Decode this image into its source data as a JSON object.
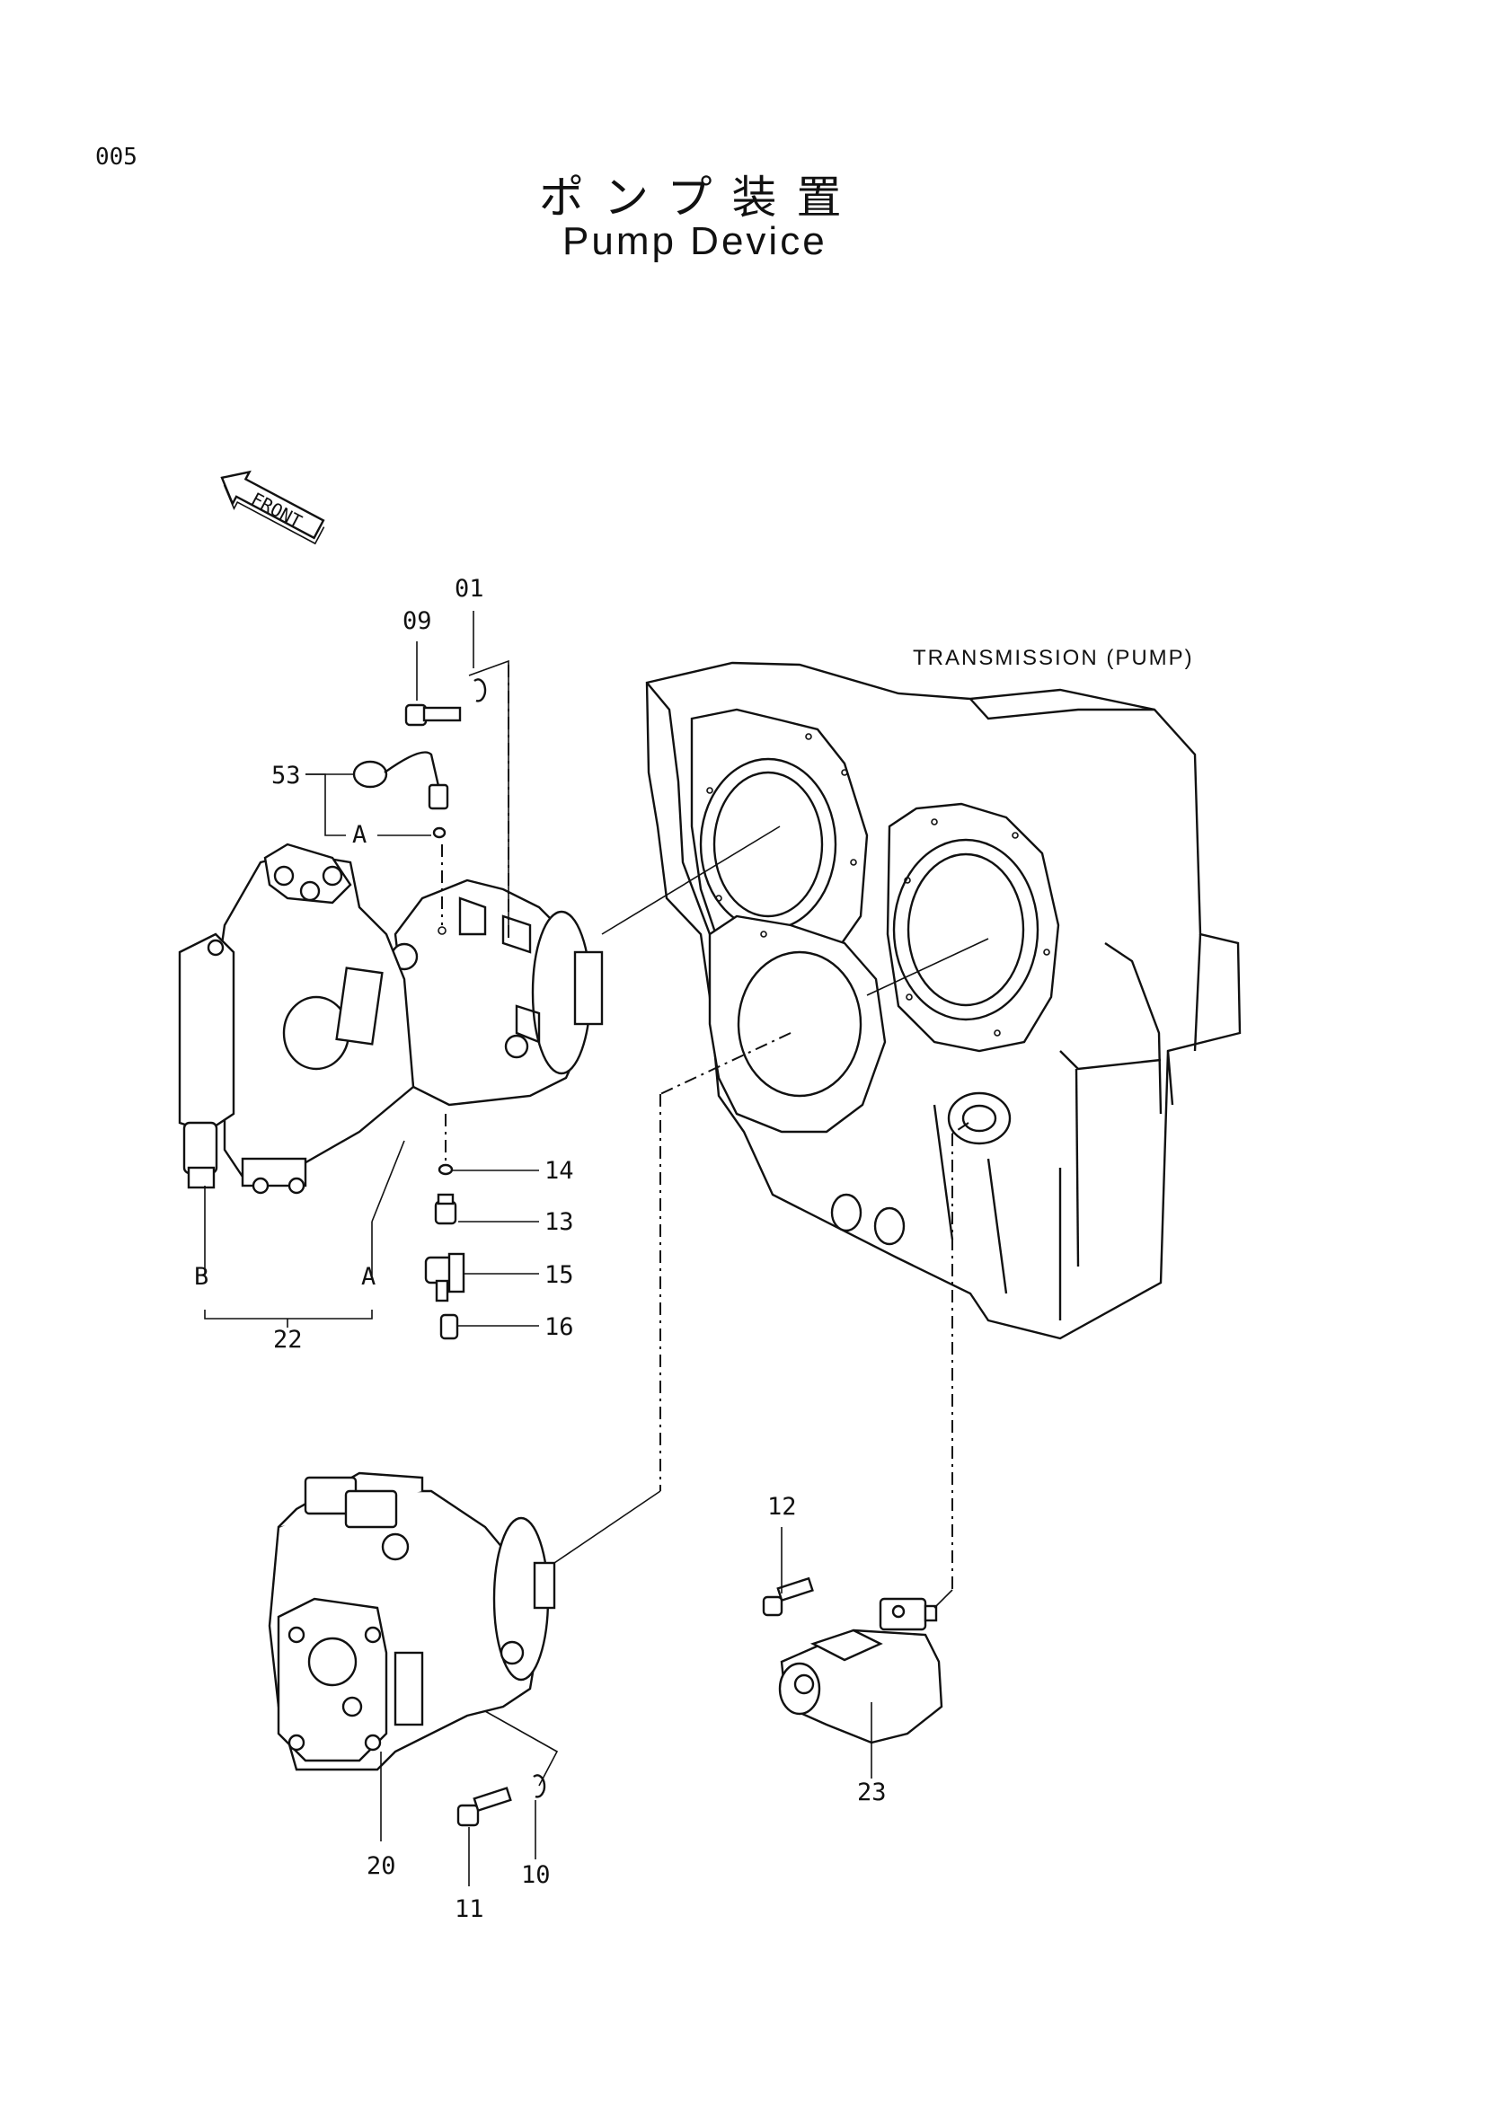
{
  "page": {
    "number": "005"
  },
  "title": {
    "japanese": "ポンプ装置",
    "english": "Pump Device"
  },
  "front_indicator": {
    "label": "FRONT",
    "icon": "arrow-left-icon"
  },
  "assembly_label": "TRANSMISSION (PUMP)",
  "callouts": [
    {
      "id": "01",
      "text": "01"
    },
    {
      "id": "09",
      "text": "09"
    },
    {
      "id": "53",
      "text": "53"
    },
    {
      "id": "A1",
      "text": "A"
    },
    {
      "id": "14",
      "text": "14"
    },
    {
      "id": "13",
      "text": "13"
    },
    {
      "id": "15",
      "text": "15"
    },
    {
      "id": "16",
      "text": "16"
    },
    {
      "id": "B",
      "text": "B"
    },
    {
      "id": "A2",
      "text": "A"
    },
    {
      "id": "22",
      "text": "22"
    },
    {
      "id": "12",
      "text": "12"
    },
    {
      "id": "23",
      "text": "23"
    },
    {
      "id": "20",
      "text": "20"
    },
    {
      "id": "11",
      "text": "11"
    },
    {
      "id": "10",
      "text": "10"
    }
  ]
}
